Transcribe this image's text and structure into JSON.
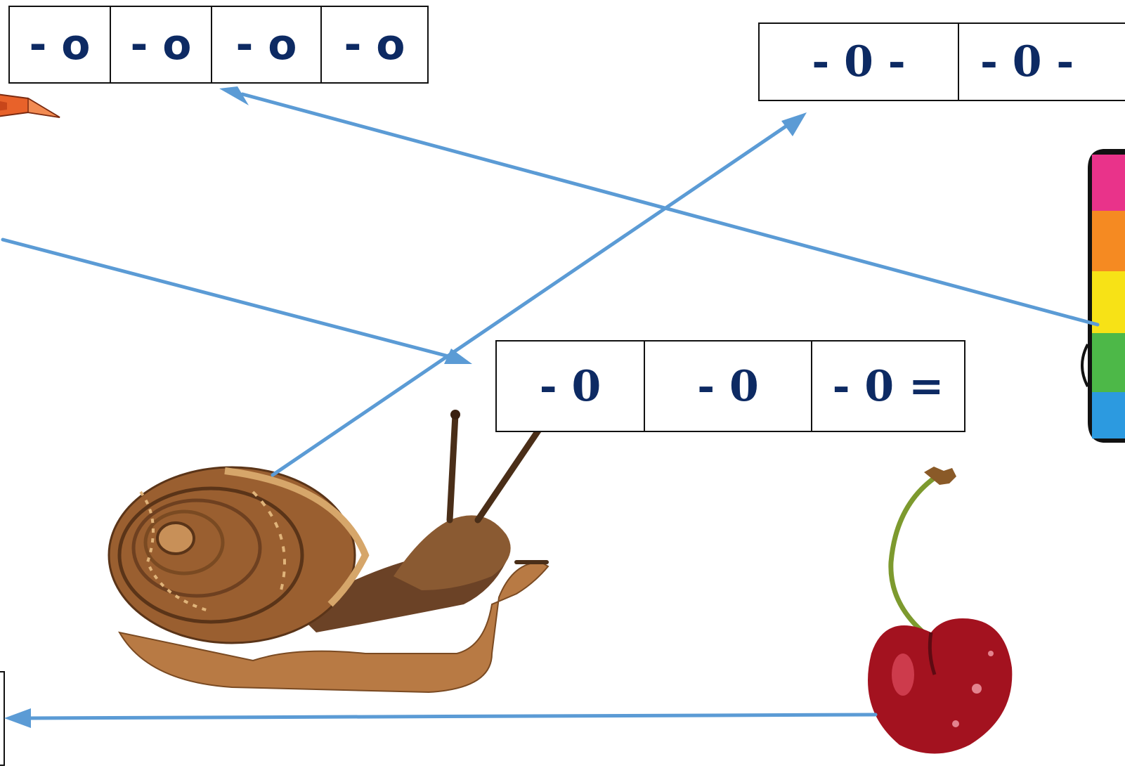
{
  "tables": {
    "top_left": {
      "cells": [
        "- o",
        "- o",
        "- o",
        "- o"
      ]
    },
    "top_right": {
      "cells": [
        "- 0 -",
        "- 0 -"
      ]
    },
    "middle": {
      "cells": [
        "- 0",
        "- 0",
        "- 0 ="
      ]
    }
  },
  "pictures": [
    "pencil-icon",
    "crayon-box-icon",
    "snail-icon",
    "cherry-icon"
  ],
  "colors": {
    "text": "#0d2a63",
    "arrow": "#5b9bd5"
  }
}
